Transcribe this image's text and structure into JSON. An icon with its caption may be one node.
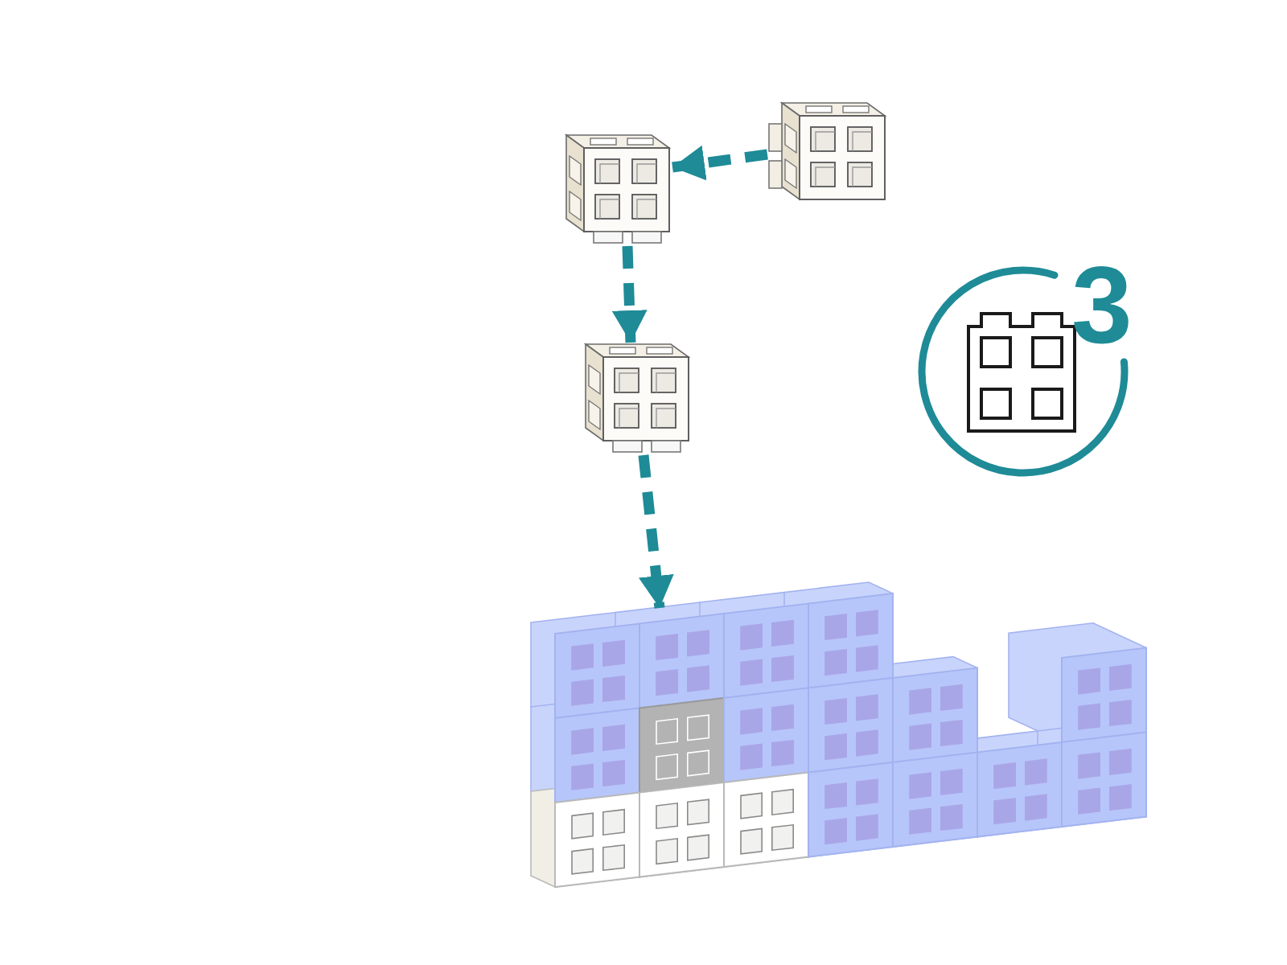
{
  "diagram": {
    "nodes": [
      {
        "text": [],
        "shape": "picture"
      },
      {
        "text": [],
        "shape": "picture"
      },
      {
        "text": [
          "3"
        ]
      },
      {
        "text": [],
        "shape": "picture"
      },
      {
        "text": [],
        "shape": "picture"
      }
    ],
    "edges": [
      {
        "from": 1,
        "to": 0,
        "arrow": "to",
        "style": "dashed"
      },
      {
        "from": 0,
        "to": 3,
        "arrow": "to",
        "style": "dashed"
      },
      {
        "from": 3,
        "to": 4,
        "arrow": "to",
        "style": "dashed"
      }
    ]
  }
}
